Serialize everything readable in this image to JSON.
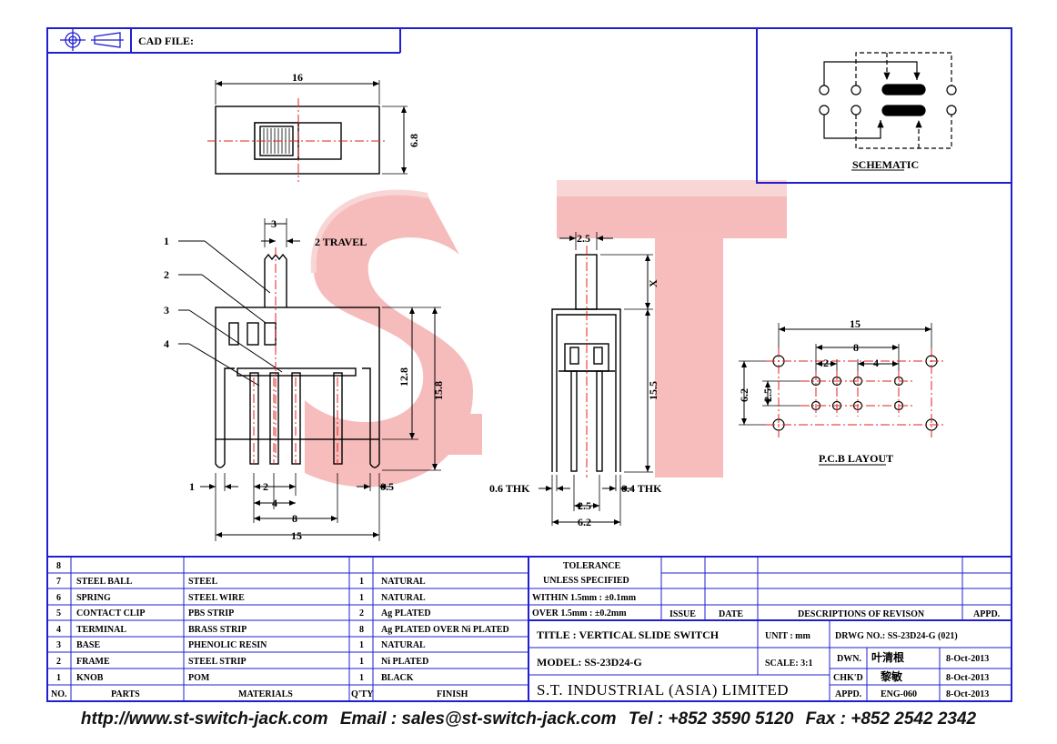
{
  "header": {
    "cad_file_label": "CAD FILE:"
  },
  "watermark": {
    "text": "S.T",
    "color": "#f4a6a6"
  },
  "colors": {
    "frame": "#1f1fd0",
    "drawing": "#000000",
    "centerline": "#e0201f"
  },
  "dimensions": {
    "top_width": "16",
    "top_height": "6.8",
    "knob_width": "3",
    "travel": "2 TRAVEL",
    "height_12_8": "12.8",
    "height_15_8": "15.8",
    "side_width": "2.5",
    "side_x": "X",
    "side_height": "15.5",
    "thk_left": "0.6 THK",
    "thk_right": "0.4 THK",
    "side_pitch": "2.5",
    "side_total": "6.2",
    "pin_1": "1",
    "pin_2": "2",
    "pin_4": "4",
    "pin_8": "8",
    "pin_15": "15",
    "pin_0_5": "0.5",
    "pcb_15": "15",
    "pcb_8": "8",
    "pcb_2": "2",
    "pcb_4": "4",
    "pcb_6_2": "6.2",
    "pcb_2_5": "2.5"
  },
  "callouts": [
    "1",
    "2",
    "3",
    "4"
  ],
  "schematic": {
    "label": "SCHEMATIC"
  },
  "pcb_layout": {
    "label": "P.C.B LAYOUT"
  },
  "bom": {
    "headers": {
      "no": "NO.",
      "parts": "PARTS",
      "materials": "MATERIALS",
      "qty": "Q'TY",
      "finish": "FINISH"
    },
    "rows": [
      {
        "no": "8",
        "part": "",
        "material": "",
        "qty": "",
        "finish": ""
      },
      {
        "no": "7",
        "part": "STEEL BALL",
        "material": "STEEL",
        "qty": "1",
        "finish": "NATURAL"
      },
      {
        "no": "6",
        "part": "SPRING",
        "material": "STEEL WIRE",
        "qty": "1",
        "finish": "NATURAL"
      },
      {
        "no": "5",
        "part": "CONTACT CLIP",
        "material": "PBS STRIP",
        "qty": "2",
        "finish": "Ag PLATED"
      },
      {
        "no": "4",
        "part": "TERMINAL",
        "material": "BRASS STRIP",
        "qty": "8",
        "finish": "Ag PLATED OVER Ni PLATED"
      },
      {
        "no": "3",
        "part": "BASE",
        "material": "PHENOLIC RESIN",
        "qty": "1",
        "finish": "NATURAL"
      },
      {
        "no": "2",
        "part": "FRAME",
        "material": "STEEL STRIP",
        "qty": "1",
        "finish": "Ni PLATED"
      },
      {
        "no": "1",
        "part": "KNOB",
        "material": "POM",
        "qty": "1",
        "finish": "BLACK"
      }
    ]
  },
  "tolerance": {
    "line1": "TOLERANCE",
    "line2": "UNLESS   SPECIFIED",
    "within": "WITHIN  1.5mm : ±0.1mm",
    "over": "OVER    1.5mm : ±0.2mm"
  },
  "revision": {
    "issue": "ISSUE",
    "date": "DATE",
    "desc": "DESCRIPTIONS  OF  REVISON",
    "appd": "APPD."
  },
  "title_block": {
    "title": "TITLE : VERTICAL SLIDE SWITCH",
    "unit": "UNIT :   mm",
    "drwg_no": "DRWG NO.: SS-23D24-G (021)",
    "model": "MODEL: SS-23D24-G",
    "scale": "SCALE:  3:1",
    "dwn_label": "DWN.",
    "dwn_name": "叶清根",
    "dwn_date": "8-Oct-2013",
    "chkd_label": "CHK'D",
    "chkd_name": "黎敏",
    "chkd_date": "8-Oct-2013",
    "appd_label": "APPD.",
    "appd_name": "ENG-060",
    "appd_date": "8-Oct-2013",
    "company": "S.T.  INDUSTRIAL  (ASIA)  LIMITED"
  },
  "footer": {
    "url": "http://www.st-switch-jack.com",
    "email": "Email : sales@st-switch-jack.com",
    "tel": "Tel : +852 3590 5120",
    "fax": "Fax : +852 2542 2342"
  }
}
